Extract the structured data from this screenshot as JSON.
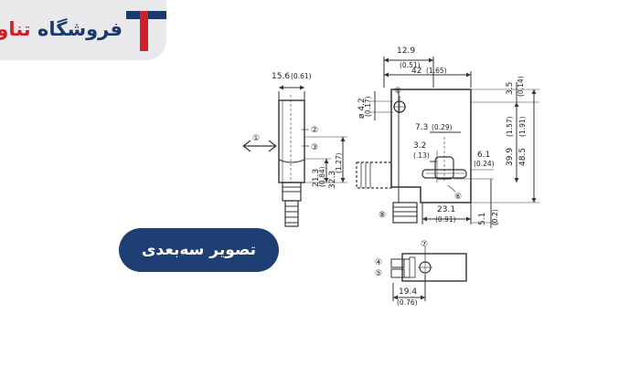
{
  "header": {
    "brand_word1": "فروشگاه",
    "brand_word2": "تناوب",
    "brand_accent": "#d01e2a",
    "brand_primary": "#1a3a6b",
    "logo_icon": "letter-t-logo-icon"
  },
  "badge": {
    "label": "تصویر سه‌بعدی",
    "color": "#1e3f73"
  },
  "drawing": {
    "side_view": {
      "width_mm": "15.6",
      "width_in": "(0.61)",
      "h1_mm": "21.3",
      "h1_in": "(0.84)",
      "h2_mm": "32.3",
      "h2_in": "(1.27)"
    },
    "front_view": {
      "top1_mm": "12.9",
      "top1_in": "(0.51)",
      "width_mm": "42",
      "width_in": "(1.65)",
      "hole_mm": "ø 4.2",
      "hole_in": "(0.17)",
      "off1_mm": "7.3",
      "off1_in": "(0.29)",
      "off2_mm": "3.2",
      "off2_in": "(.13)",
      "lens_mm": "6.1",
      "lens_in": "(0.24)",
      "bottom_mm": "23.1",
      "bottom_in": "(0.91)",
      "r1_mm": "3.5",
      "r1_in": "(0.14)",
      "r2_mm": "39.9",
      "r2_in": "(1.57)",
      "r3_mm": "48.5",
      "r3_in": "(1.91)",
      "r4_mm": "5.1",
      "r4_in": "(0.2)"
    },
    "bottom_view": {
      "width_mm": "19.4",
      "width_in": "(0.76)"
    },
    "callouts": [
      "①",
      "②",
      "③",
      "④",
      "⑤",
      "⑥",
      "⑦",
      "⑧"
    ]
  }
}
